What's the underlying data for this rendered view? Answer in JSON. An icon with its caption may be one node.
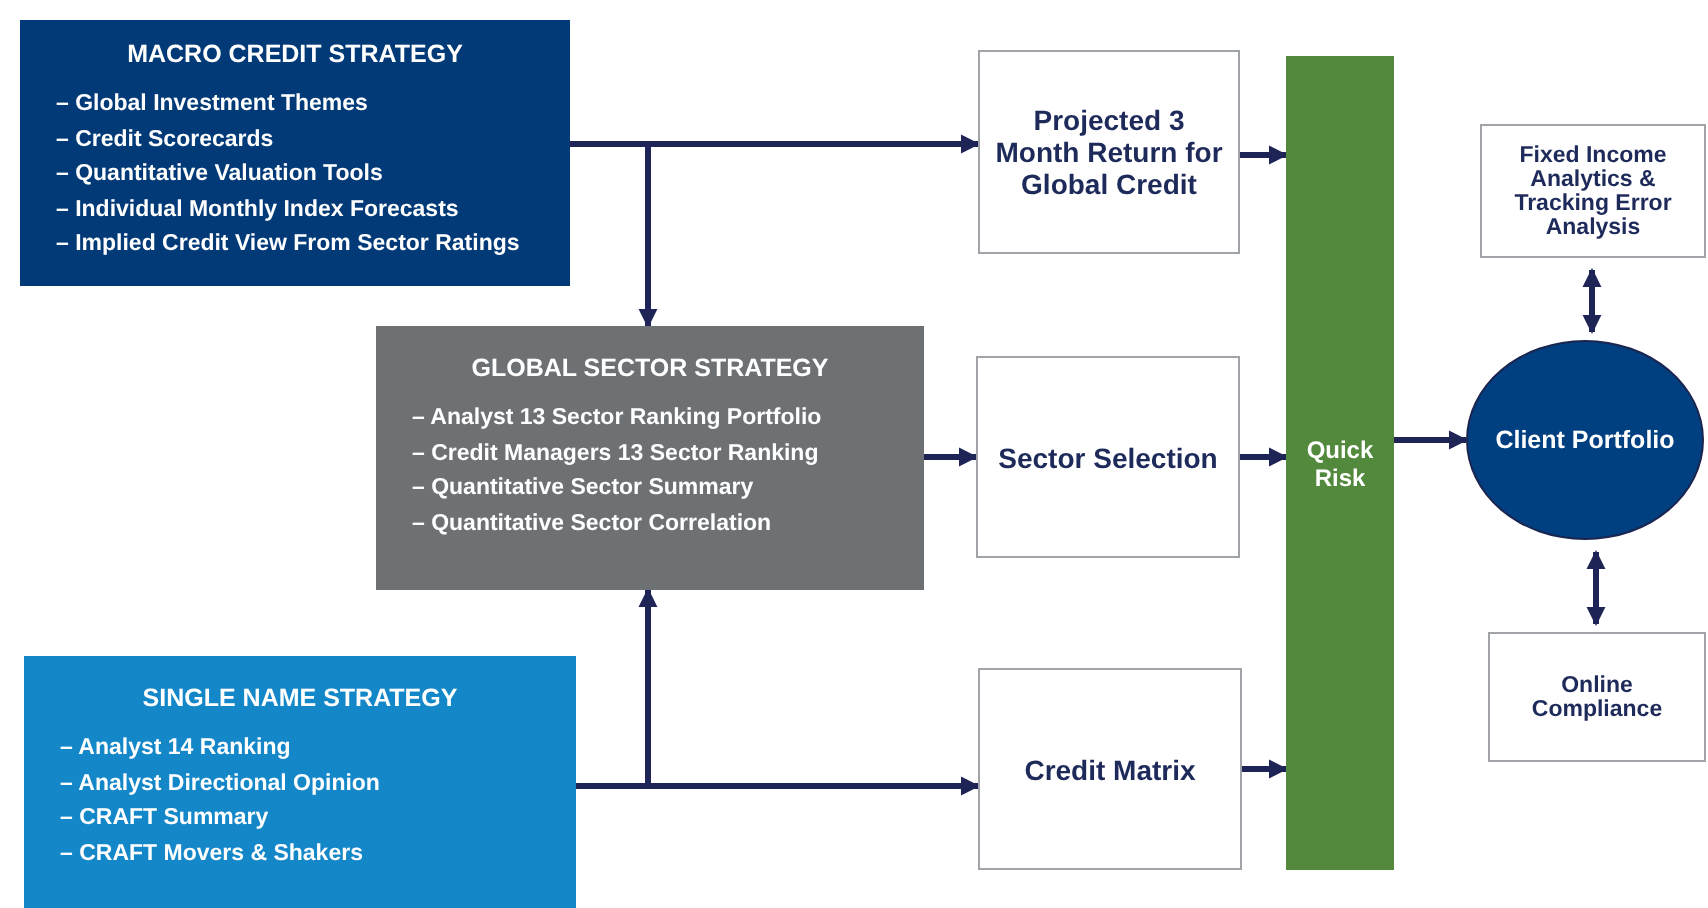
{
  "diagram": {
    "nodes": [
      {
        "text": [
          "MACRO CREDIT STRATEGY",
          "– Global Investment Themes",
          "– Credit Scorecards",
          "– Quantitative Valuation Tools",
          "– Individual Monthly Index Forecasts",
          "– Implied Credit View From Sector Ratings"
        ]
      },
      {
        "text": [
          "GLOBAL SECTOR STRATEGY",
          "– Analyst 13 Sector Ranking Portfolio",
          "– Credit Managers 13 Sector Ranking",
          "– Quantitative Sector Summary",
          "– Quantitative Sector Correlation"
        ]
      },
      {
        "text": [
          "SINGLE NAME STRATEGY",
          "– Analyst 14 Ranking",
          "– Analyst Directional Opinion",
          "– CRAFT Summary",
          "– CRAFT Movers & Shakers"
        ]
      },
      {
        "text": [
          "Projected 3 Month Return for Global Credit"
        ]
      },
      {
        "text": [
          "Sector Selection"
        ]
      },
      {
        "text": [
          "Credit Matrix"
        ]
      },
      {
        "text": [
          "Quick Risk"
        ]
      },
      {
        "text": [
          "Fixed Income Analytics & Tracking Error Analysis"
        ]
      },
      {
        "text": [
          "Client Portfolio"
        ]
      },
      {
        "text": [
          "Online Compliance"
        ]
      }
    ],
    "edges": [
      {
        "from": 0,
        "to": 3,
        "arrow": "to"
      },
      {
        "from": 0,
        "to": 1,
        "arrow": "to"
      },
      {
        "from": 2,
        "to": 5,
        "arrow": "to"
      },
      {
        "from": 2,
        "to": 1,
        "arrow": "to"
      },
      {
        "from": 1,
        "to": 4,
        "arrow": "to"
      },
      {
        "from": 3,
        "to": 6,
        "arrow": "to"
      },
      {
        "from": 4,
        "to": 6,
        "arrow": "to"
      },
      {
        "from": 5,
        "to": 6,
        "arrow": "to"
      },
      {
        "from": 6,
        "to": 8,
        "arrow": "to"
      },
      {
        "from": 7,
        "to": 8,
        "arrow": "both"
      },
      {
        "from": 8,
        "to": 9,
        "arrow": "both"
      }
    ]
  }
}
